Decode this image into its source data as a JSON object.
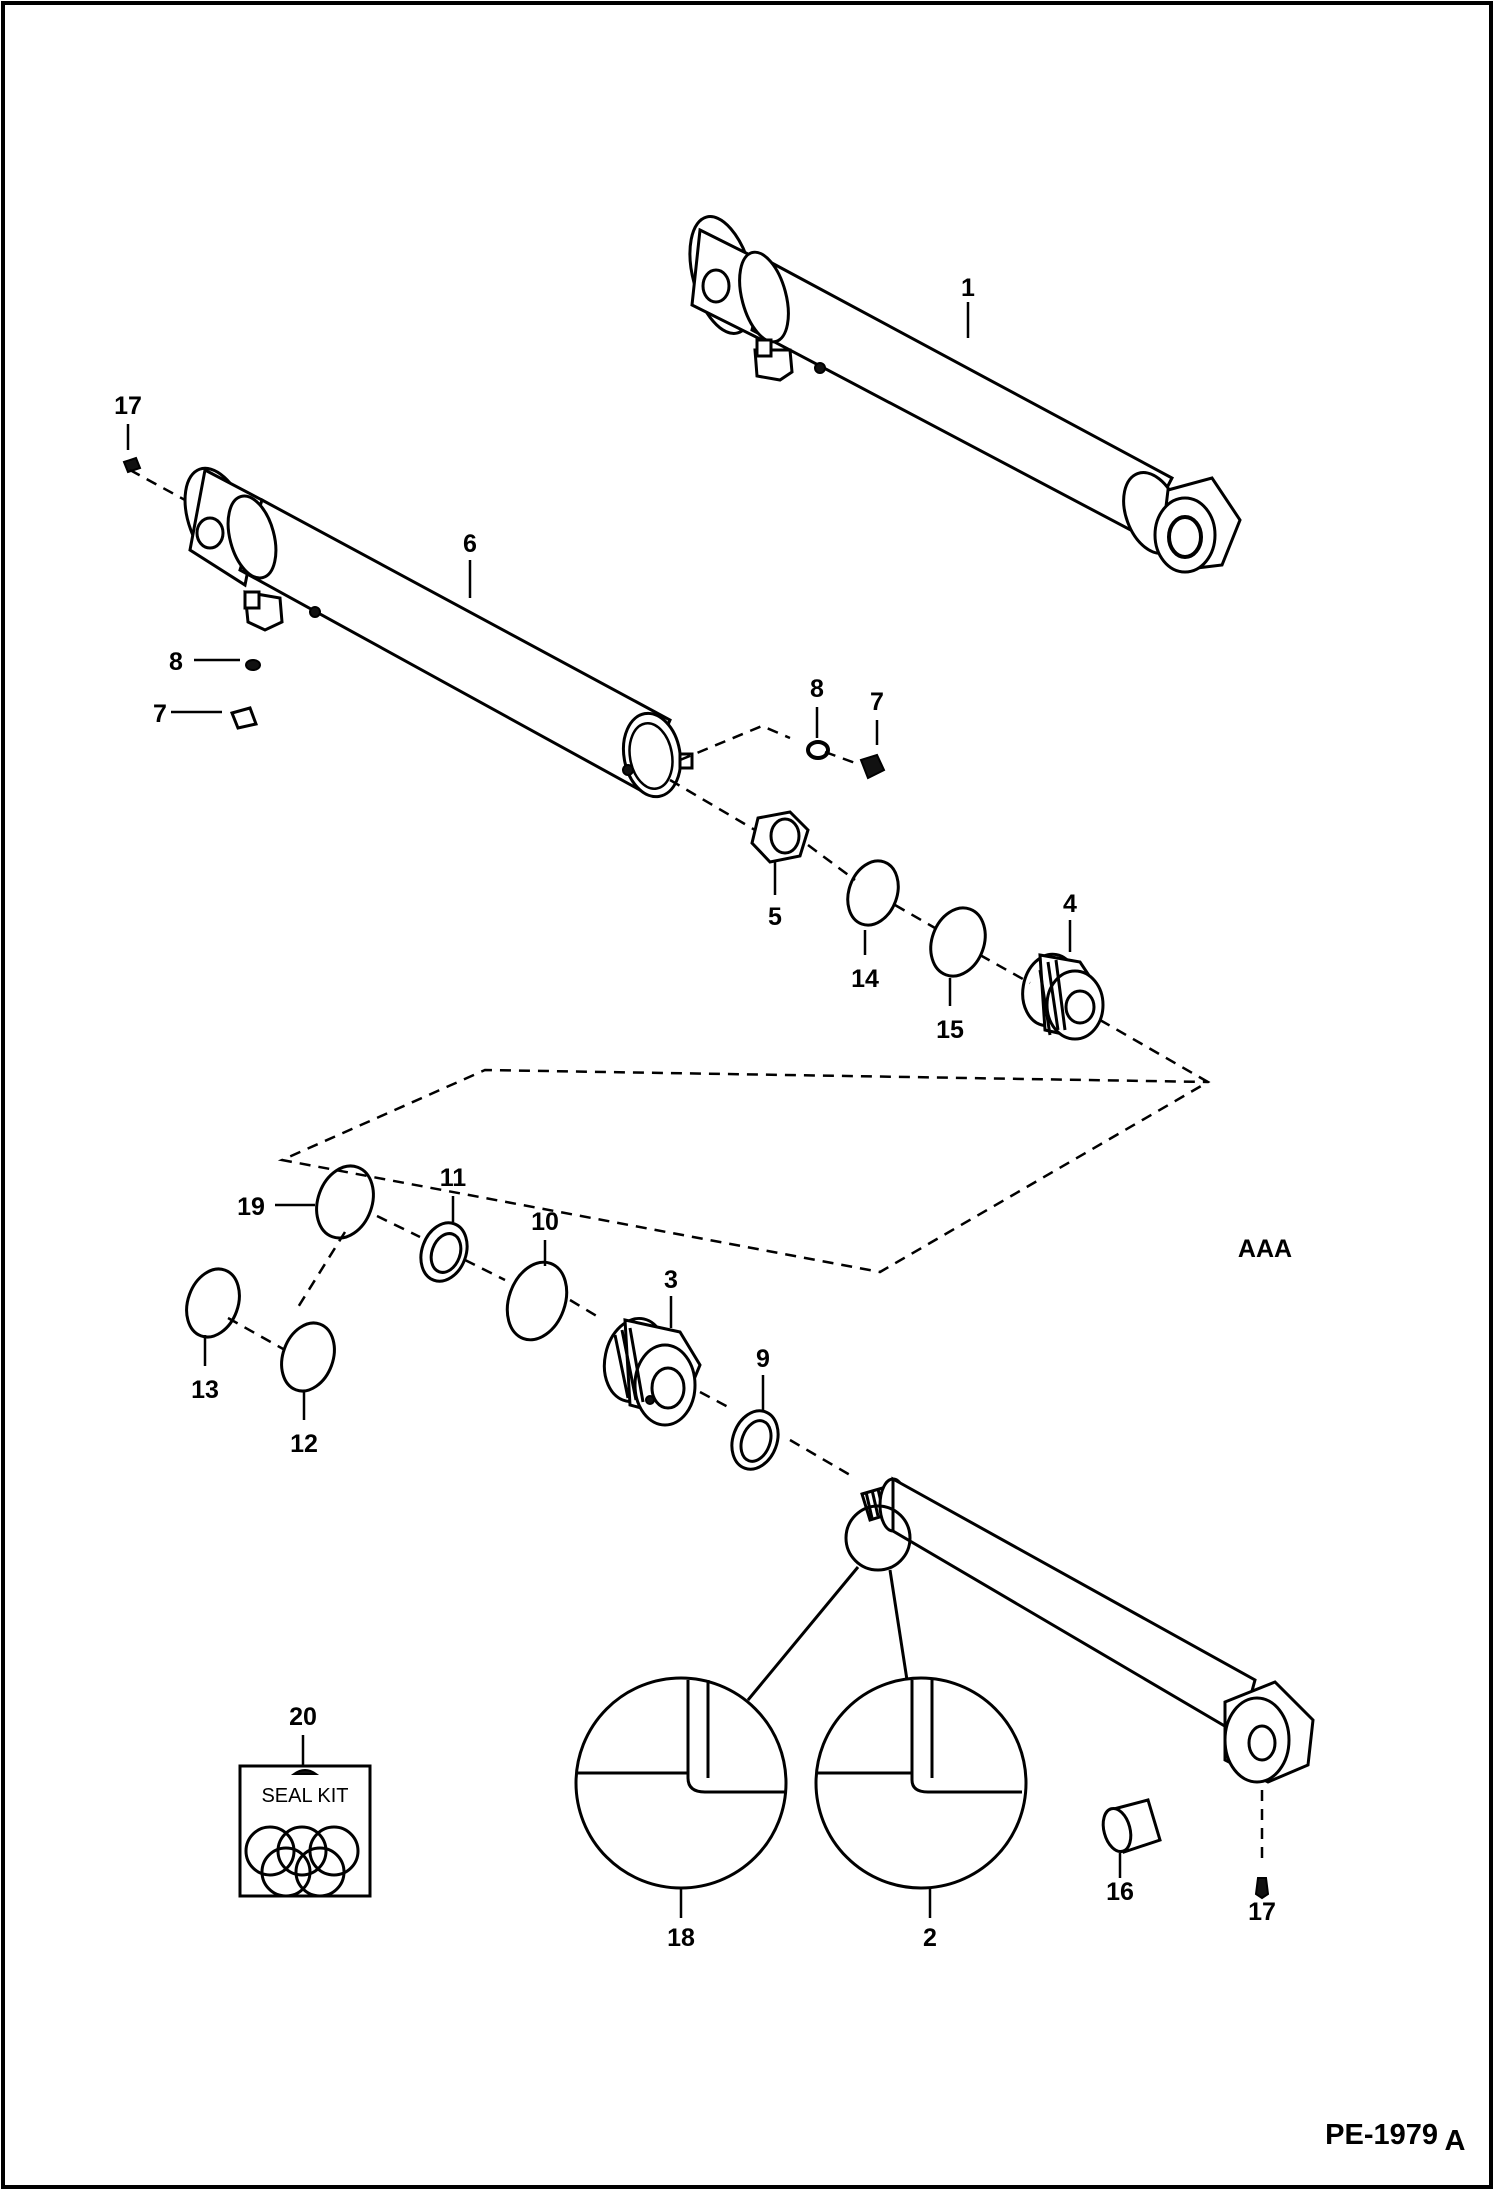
{
  "callouts": {
    "c1": "1",
    "c2": "2",
    "c3": "3",
    "c4": "4",
    "c5": "5",
    "c6": "6",
    "c7a": "7",
    "c7b": "7",
    "c8a": "8",
    "c8b": "8",
    "c9": "9",
    "c10": "10",
    "c11": "11",
    "c12": "12",
    "c13": "13",
    "c14": "14",
    "c15": "15",
    "c16": "16",
    "c17a": "17",
    "c17b": "17",
    "c18": "18",
    "c19": "19",
    "c20": "20"
  },
  "seal_kit_label": "SEAL KIT",
  "view_code": "AAA",
  "drawing_ref": "PE-1979",
  "drawing_rev": "A"
}
